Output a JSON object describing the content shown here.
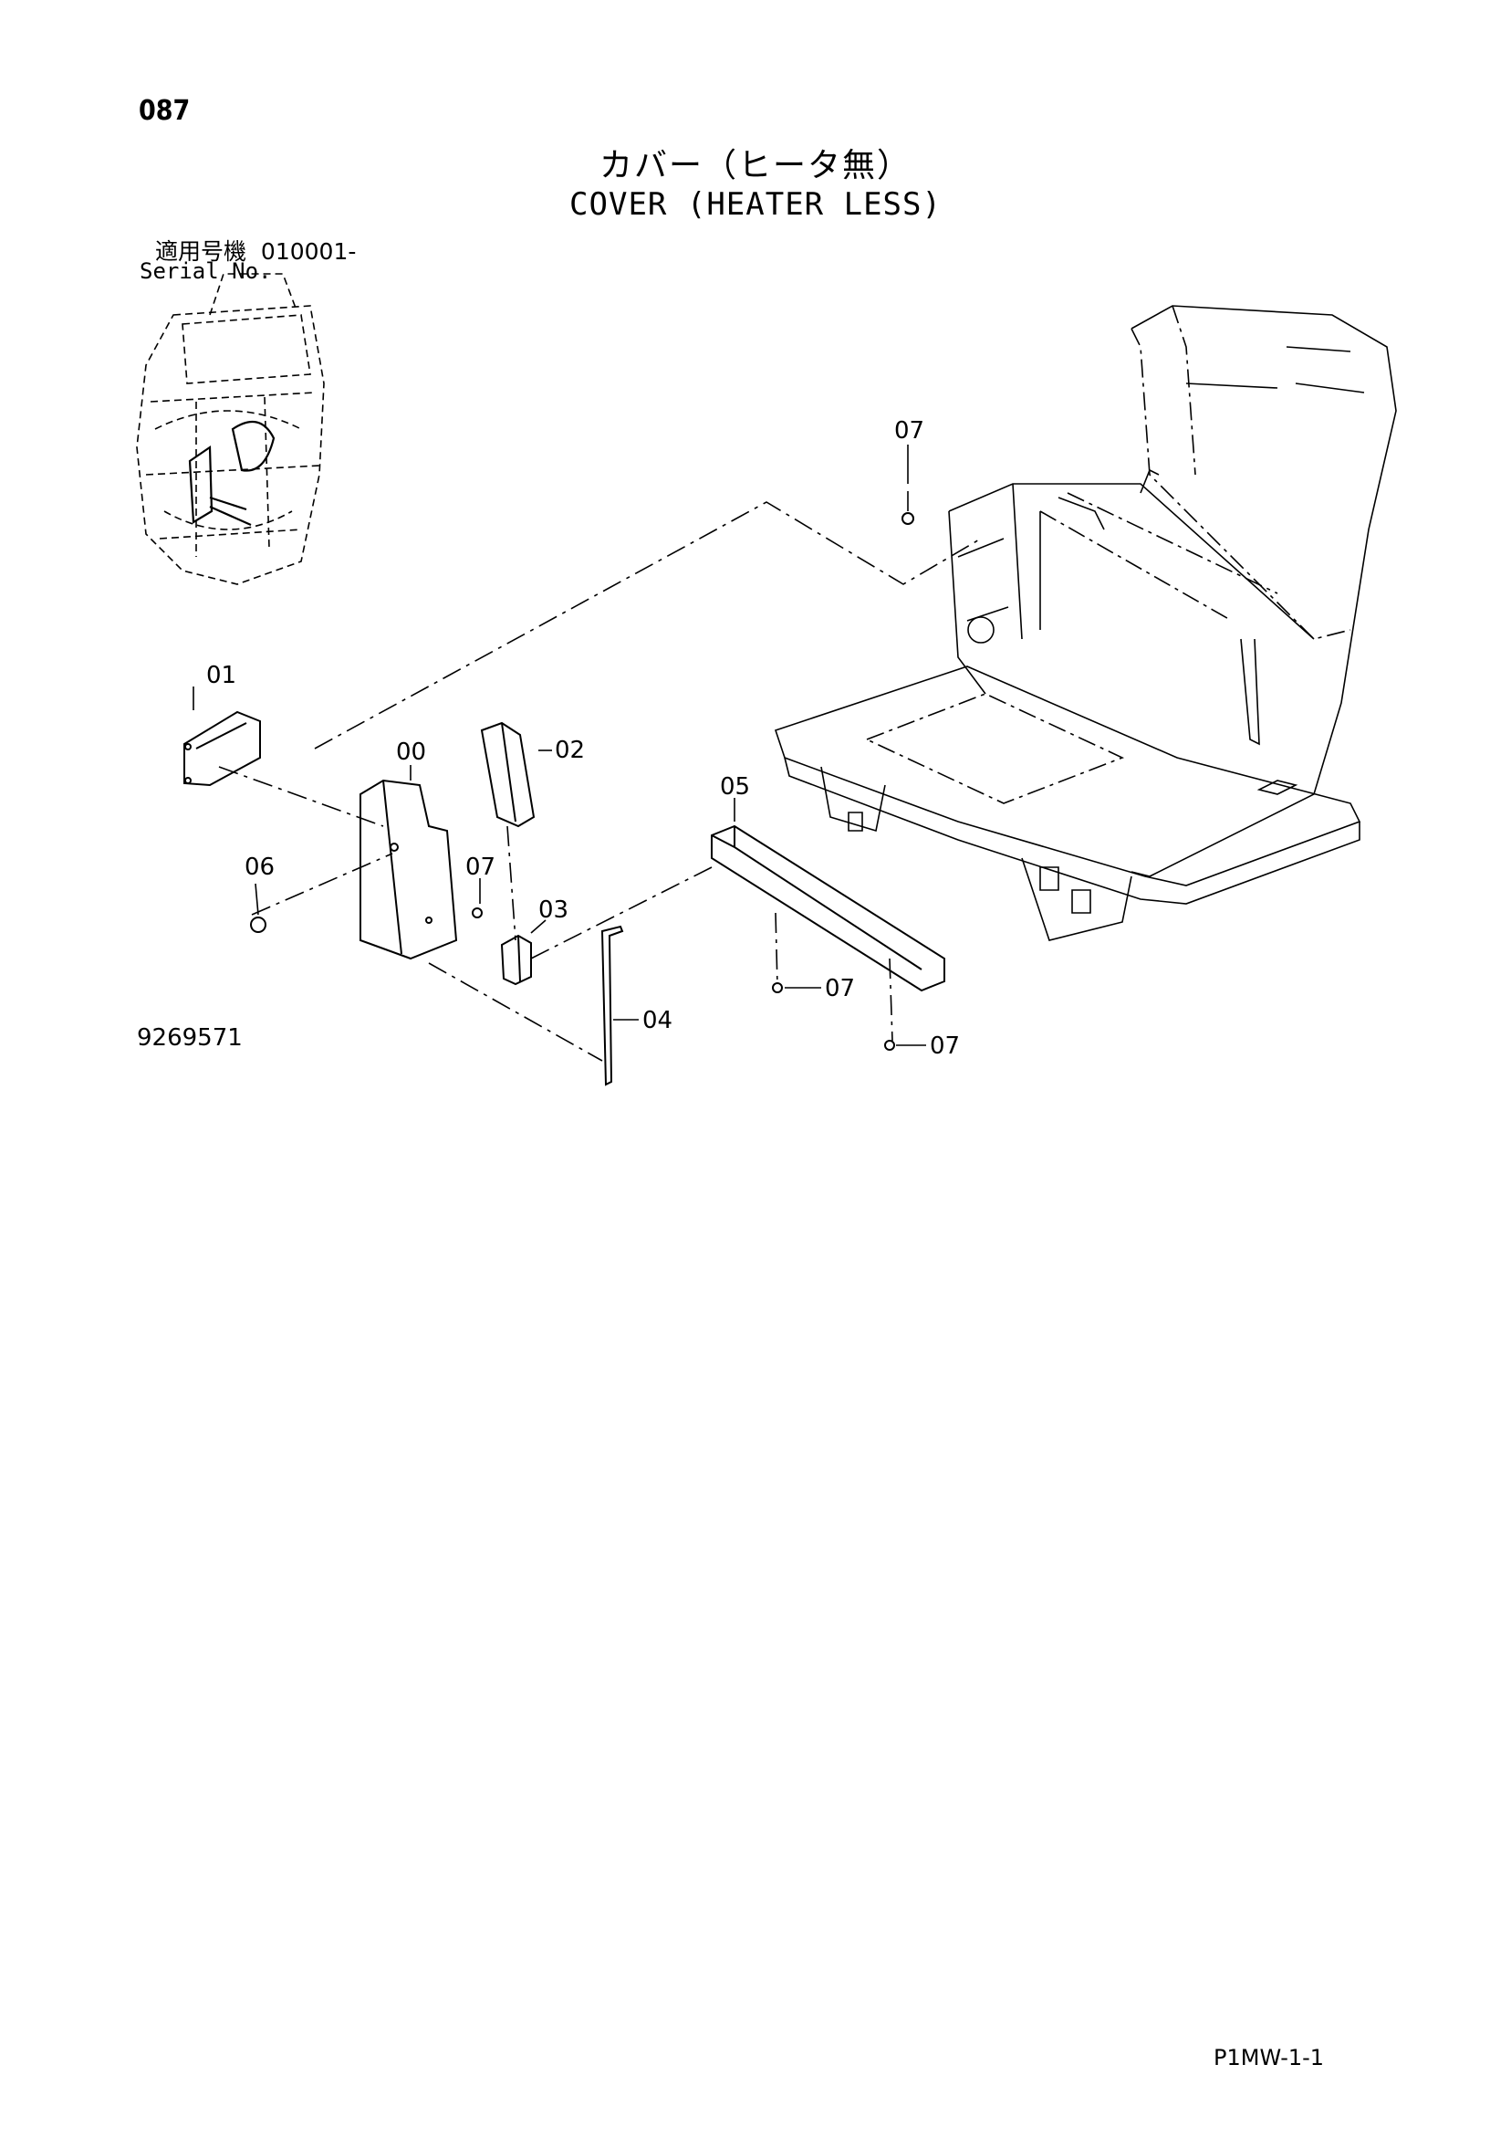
{
  "header": {
    "page_number": "087",
    "title_jp": "カバー（ヒータ無）",
    "title_en": "COVER (HEATER LESS)",
    "serial_label_jp": "適用号機",
    "serial_value": "010001-",
    "serial_label_en": "Serial No."
  },
  "callouts": {
    "p00": "00",
    "p01": "01",
    "p02": "02",
    "p03": "03",
    "p04": "04",
    "p05": "05",
    "p06": "06",
    "p07_top": "07",
    "p07_mid": "07",
    "p07_bar1": "07",
    "p07_bar2": "07"
  },
  "footer": {
    "drawing_number": "9269571",
    "page_code": "P1MW-1-1"
  }
}
